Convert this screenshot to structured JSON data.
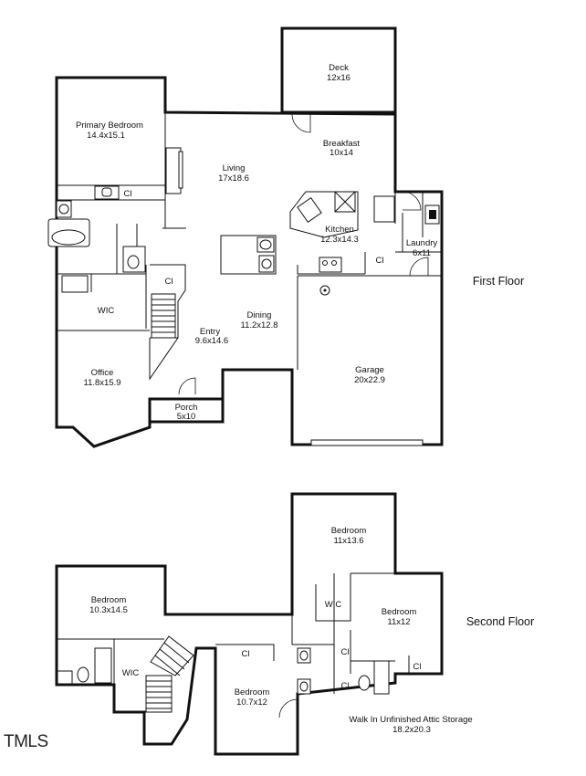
{
  "first_floor": {
    "label": "First Floor",
    "rooms": [
      {
        "name": "Deck",
        "size": "12x16"
      },
      {
        "name": "Primary Bedroom",
        "size": "14.4x15.1"
      },
      {
        "name": "Breakfast",
        "size": "10x14"
      },
      {
        "name": "Living",
        "size": "17x18.6"
      },
      {
        "name": "Kitchen",
        "size": "12.3x14.3"
      },
      {
        "name": "Laundry",
        "size": "6x11"
      },
      {
        "name": "Dining",
        "size": "11.2x12.8"
      },
      {
        "name": "Entry",
        "size": "9.6x14.6"
      },
      {
        "name": "Office",
        "size": "11.8x15.9"
      },
      {
        "name": "Garage",
        "size": "20x22.9"
      },
      {
        "name": "Porch",
        "size": "5x10"
      }
    ],
    "closet_labels": {
      "primary_bath": "Cl",
      "entry": "Cl",
      "laundry": "Cl"
    },
    "wic_label": "WIC"
  },
  "second_floor": {
    "label": "Second Floor",
    "rooms": [
      {
        "name": "Bedroom",
        "size": "11x13.6"
      },
      {
        "name": "Bedroom",
        "size": "10.3x14.5"
      },
      {
        "name": "Bedroom",
        "size": "11x12"
      },
      {
        "name": "Bedroom",
        "size": "10.7x12"
      },
      {
        "name": "Walk In Unfinished Attic Storage",
        "size": "18.2x20.3"
      }
    ],
    "closet_labels": {
      "bedroom4": "Cl",
      "bath": "Cl",
      "bedroom3": "Cl"
    },
    "wic_labels": {
      "left": "WIC",
      "right": "WIC"
    }
  },
  "brand_logo": "TMLS"
}
